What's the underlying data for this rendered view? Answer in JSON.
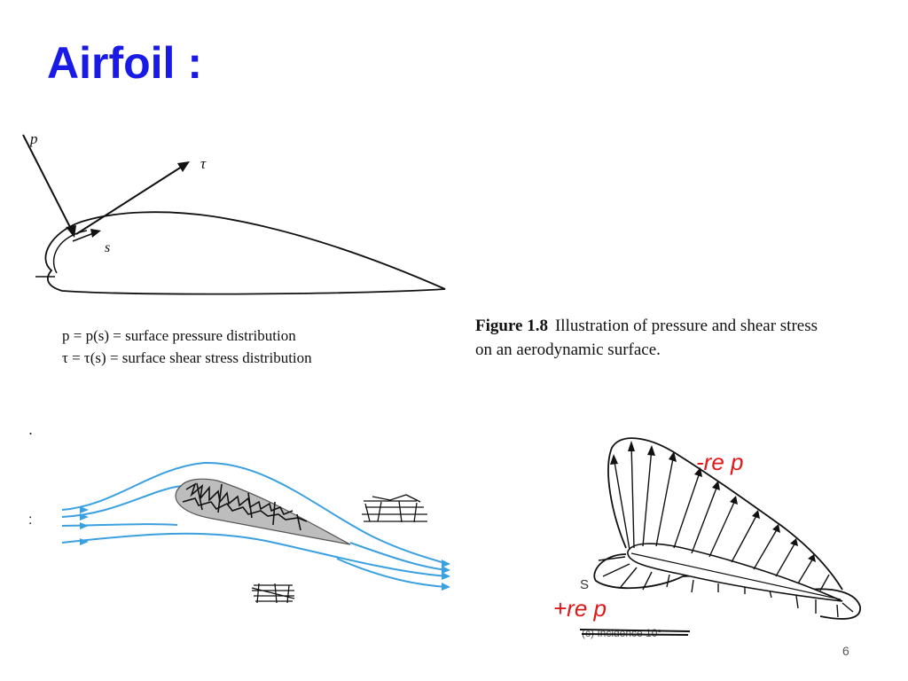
{
  "slide": {
    "title": "Airfoil :",
    "page_number": "6",
    "stray_dot": ".",
    "stray_colon": ":"
  },
  "figure_top": {
    "label_p": "p",
    "label_tau": "τ",
    "label_s": "s",
    "legend_line1": "p = p(s) = surface pressure distribution",
    "legend_line2": "τ = τ(s) = surface shear stress distribution",
    "caption_number": "Figure 1.8",
    "caption_line1": "Illustration of pressure and shear stress",
    "caption_line2": "on an aerodynamic surface."
  },
  "figure_pressure": {
    "label_s": "S",
    "annotation_negative": "-re p",
    "annotation_positive": "+re p",
    "struck_caption": "(c) Incidence 10°"
  },
  "colors": {
    "title": "#1a1ae6",
    "streamline": "#3aa0e0",
    "annotation": "#e01818"
  }
}
